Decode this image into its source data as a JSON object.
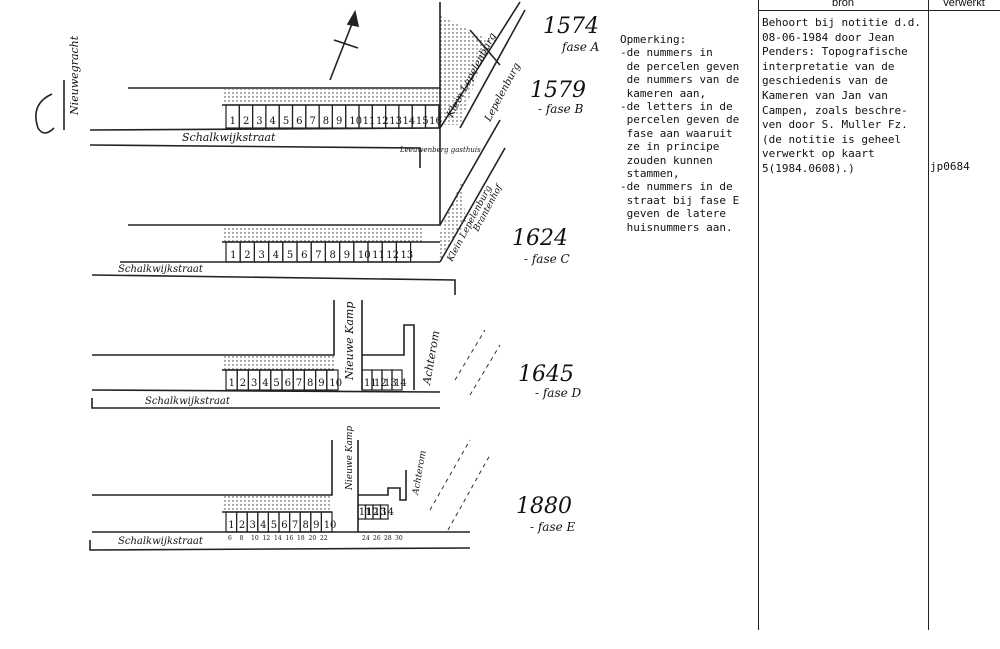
{
  "table": {
    "header_bron": "bron",
    "header_verwerkt": "verwerkt",
    "bron_text": "Behoort bij notitie d.d.\n08-06-1984 door Jean\nPenders: Topografische\ninterpretatie van de\ngeschiedenis van de\nKameren van Jan van\nCampen, zoals beschre-\nven door S. Muller Fz.\n(de notitie is geheel\nverwerkt op kaart\n5(1984.0608).)",
    "verwerkt_ref": "jp0684"
  },
  "note": {
    "text": "Opmerking:\n-de nummers in\n de percelen geven\n de nummers van de\n kameren aan,\n-de letters in de\n percelen geven de\n fase aan waaruit\n ze in principe\n zouden kunnen\n stammen,\n-de nummers in de\n straat bij fase E\n geven de latere\n huisnummers aan."
  },
  "sketch": {
    "street_top": "Nieuwegracht",
    "street_main": "Schalkwijkstraat",
    "labels": {
      "klein_lepelenburg": "Klein Lepelenburg",
      "lepelenburg": "Lepelenburg",
      "leeuwenberg": "Leeuwenberg gasthuis",
      "klein_lep_c": "Klein Lepelenburg",
      "brantenhof": "Brantenhof",
      "nieuwe_kamp": "Nieuwe Kamp",
      "achterom": "Achterom"
    },
    "phases": [
      {
        "year": "1574",
        "fase": "fase A"
      },
      {
        "year": "1579",
        "fase": "- fase B"
      },
      {
        "year": "1624",
        "fase": "- fase C"
      },
      {
        "year": "1645",
        "fase": "- fase D"
      },
      {
        "year": "1880",
        "fase": "- fase E"
      }
    ],
    "rowB": [
      "1",
      "2",
      "3",
      "4",
      "5",
      "6",
      "7",
      "8",
      "9",
      "10",
      "11",
      "12",
      "13",
      "14",
      "15",
      "16"
    ],
    "rowC": [
      "1",
      "2",
      "3",
      "4",
      "5",
      "6",
      "7",
      "8",
      "9",
      "10",
      "11",
      "12",
      "13"
    ],
    "rowD": [
      "1",
      "2",
      "3",
      "4",
      "5",
      "6",
      "7",
      "8",
      "9",
      "10",
      "11",
      "12",
      "13",
      "14"
    ],
    "rowE": [
      "1",
      "2",
      "3",
      "4",
      "5",
      "6",
      "7",
      "8",
      "9",
      "10",
      "11",
      "12",
      "13",
      "14"
    ],
    "house_numbers_E": [
      "6",
      "8",
      "10",
      "12",
      "14",
      "16",
      "18",
      "20",
      "22",
      "24",
      "26",
      "28",
      "30"
    ]
  }
}
